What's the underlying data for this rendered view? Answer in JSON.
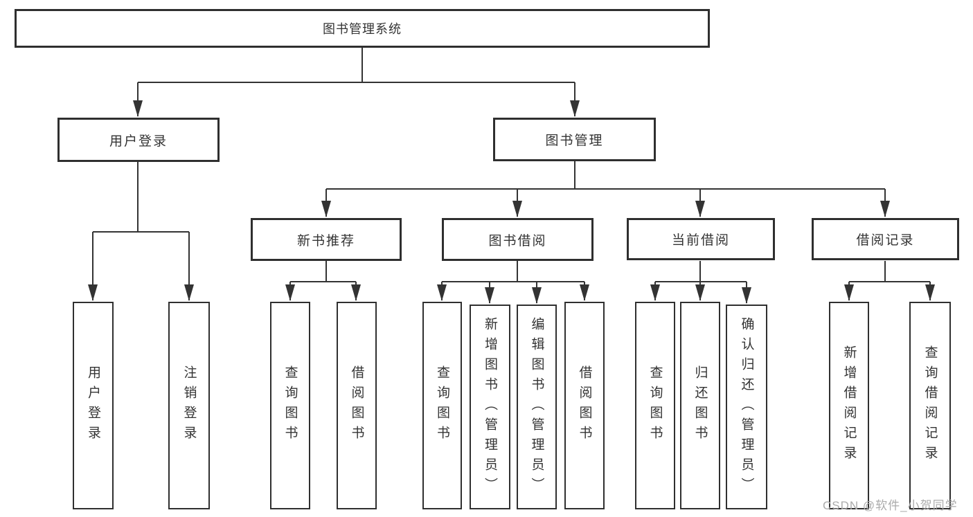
{
  "diagram": {
    "type": "hierarchy-chart",
    "background_color": "#ffffff",
    "line_color": "#333333",
    "box_border_color": "#2f2f2f",
    "text_color": "#333333",
    "tree": {
      "root": {
        "label": "图书管理系统",
        "children": [
          {
            "label": "用户登录",
            "children": [
              {
                "label": "用户登录"
              },
              {
                "label": "注销登录"
              }
            ]
          },
          {
            "label": "图书管理",
            "children": [
              {
                "label": "新书推荐",
                "children": [
                  {
                    "label": "查询图书"
                  },
                  {
                    "label": "借阅图书"
                  }
                ]
              },
              {
                "label": "图书借阅",
                "children": [
                  {
                    "label": "查询图书"
                  },
                  {
                    "label": "新增图书（管理员）"
                  },
                  {
                    "label": "编辑图书（管理员）"
                  },
                  {
                    "label": "借阅图书"
                  }
                ]
              },
              {
                "label": "当前借阅",
                "children": [
                  {
                    "label": "查询图书"
                  },
                  {
                    "label": "归还图书"
                  },
                  {
                    "label": "确认归还（管理员）"
                  }
                ]
              },
              {
                "label": "借阅记录",
                "children": [
                  {
                    "label": "新增借阅记录"
                  },
                  {
                    "label": "查询借阅记录"
                  }
                ]
              }
            ]
          }
        ]
      }
    }
  },
  "watermark": {
    "text": "CSDN @软件_小贺同学",
    "color": "#ababab"
  }
}
